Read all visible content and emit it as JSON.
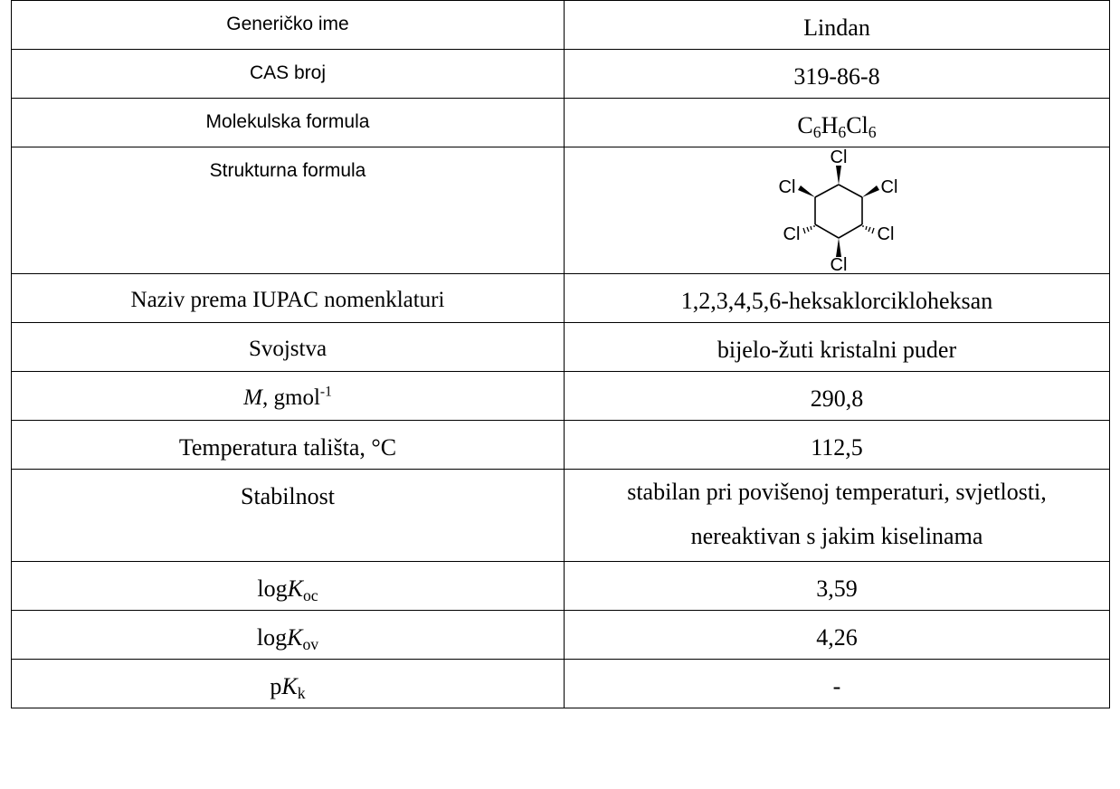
{
  "table": {
    "rows": [
      {
        "key": "generic_name",
        "label": "Generičko ime",
        "value": "Lindan"
      },
      {
        "key": "cas",
        "label": "CAS broj",
        "value": "319-86-8"
      },
      {
        "key": "formula",
        "label": "Molekulska formula",
        "value_parts": [
          "C",
          "6",
          "H",
          "6",
          "Cl",
          "6"
        ]
      },
      {
        "key": "structure",
        "label": "Strukturna formula",
        "atoms": [
          "Cl",
          "Cl",
          "Cl",
          "Cl",
          "Cl",
          "Cl"
        ]
      },
      {
        "key": "iupac",
        "label": "Naziv prema IUPAC nomenklaturi",
        "value": "1,2,3,4,5,6-heksaklorcikloheksan"
      },
      {
        "key": "props",
        "label": "Svojstva",
        "value": "bijelo-žuti kristalni puder"
      },
      {
        "key": "molar_mass",
        "label_parts": [
          "M",
          ", gmol",
          "-1"
        ],
        "value": "290,8"
      },
      {
        "key": "melting",
        "label": "Temperatura tališta, °C",
        "value": "112,5"
      },
      {
        "key": "stability",
        "label": "Stabilnost",
        "value_lines": [
          "stabilan pri povišenoj temperaturi, svjetlosti,",
          "nereaktivan s jakim kiselinama"
        ]
      },
      {
        "key": "logkoc",
        "label_parts": [
          "log",
          "K",
          "oc"
        ],
        "value": "3,59"
      },
      {
        "key": "logkov",
        "label_parts": [
          "log",
          "K",
          "ov"
        ],
        "value": "4,26"
      },
      {
        "key": "pkk",
        "label_parts": [
          "p",
          "K",
          "k"
        ],
        "value": "-"
      }
    ]
  }
}
